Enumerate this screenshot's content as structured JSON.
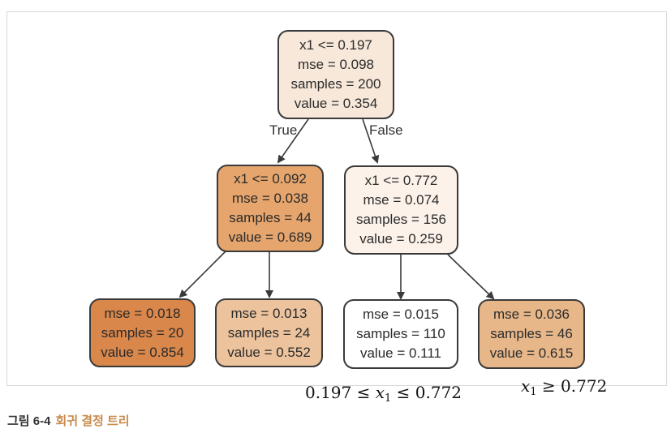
{
  "tree": {
    "root": {
      "lines": [
        "x1 <= 0.197",
        "mse = 0.098",
        "samples = 200",
        "value = 0.354"
      ],
      "fill": "#f8e8da"
    },
    "left": {
      "lines": [
        "x1 <= 0.092",
        "mse = 0.038",
        "samples = 44",
        "value = 0.689"
      ],
      "fill": "#e5a56d"
    },
    "right": {
      "lines": [
        "x1 <= 0.772",
        "mse = 0.074",
        "samples = 156",
        "value = 0.259"
      ],
      "fill": "#fcf2ea"
    },
    "leaf_ll": {
      "lines": [
        "mse = 0.018",
        "samples = 20",
        "value = 0.854"
      ],
      "fill": "#d9874a"
    },
    "leaf_lr": {
      "lines": [
        "mse = 0.013",
        "samples = 24",
        "value = 0.552"
      ],
      "fill": "#ecc39d"
    },
    "leaf_rl": {
      "lines": [
        "mse = 0.015",
        "samples = 110",
        "value = 0.111"
      ],
      "fill": "#ffffff"
    },
    "leaf_rr": {
      "lines": [
        "mse = 0.036",
        "samples = 46",
        "value = 0.615"
      ],
      "fill": "#e7b78a"
    }
  },
  "edge_labels": {
    "true": "True",
    "false": "False"
  },
  "annotations": {
    "middle": {
      "left": "0.197 ≤ ",
      "var": "x",
      "sub": "1",
      "right": " ≤ 0.772"
    },
    "right": {
      "left": "",
      "var": "x",
      "sub": "1",
      "right": " ≥ 0.772"
    }
  },
  "caption": {
    "number": "그림 6-4",
    "text": "회귀 결정 트리"
  }
}
